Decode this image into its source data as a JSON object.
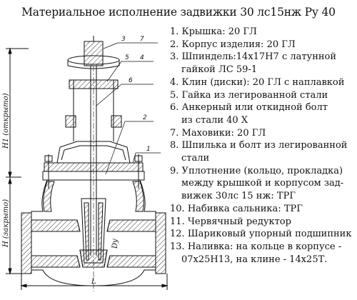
{
  "title": "Материальное исполнение задвижки 30 лс15нж Ру 40",
  "parts": [
    {
      "num": "1.",
      "text": "Крышка: 20 ГЛ",
      "cont": ""
    },
    {
      "num": "2.",
      "text": "Корпус изделия: 20 ГЛ",
      "cont": ""
    },
    {
      "num": "3.",
      "text": "Шпиндель:14х17Н7 с латунной",
      "cont": "гайкой ЛС 59-1"
    },
    {
      "num": "4.",
      "text": "Клин (диски): 20 ГЛ с наплавкой",
      "cont": ""
    },
    {
      "num": "5.",
      "text": "Гайка из легированной стали",
      "cont": ""
    },
    {
      "num": "6.",
      "text": "Анкерный или откидной болт",
      "cont": "из стали 40 Х"
    },
    {
      "num": "7.",
      "text": "Маховики: 20 ГЛ",
      "cont": ""
    },
    {
      "num": "8.",
      "text": "Шпилька и болт из легированной",
      "cont": "стали"
    },
    {
      "num": "9.",
      "text": "Уплотнение (кольцо, прокладка)",
      "cont": "между крышкой и корпусом зад-",
      "cont2": "вижек 30лс 15 нж: ТРГ"
    },
    {
      "num": "10.",
      "text": "Набивка сальника: ТРГ",
      "cont": ""
    },
    {
      "num": "11.",
      "text": "Червячный редуктор",
      "cont": ""
    },
    {
      "num": "12.",
      "text": "Шариковый упорный подшипник",
      "cont": ""
    },
    {
      "num": "13.",
      "text": "Наливка: на кольце в корпусе -",
      "cont": "07х25Н13, на клине - 14х25Т."
    }
  ],
  "drawing": {
    "dim_h1": "H1 (открыто)",
    "dim_h": "H (закрыто)",
    "dim_l": "L",
    "dim_dn": "Dy",
    "callouts": [
      "1",
      "2",
      "3",
      "4",
      "5",
      "6",
      "7"
    ]
  }
}
